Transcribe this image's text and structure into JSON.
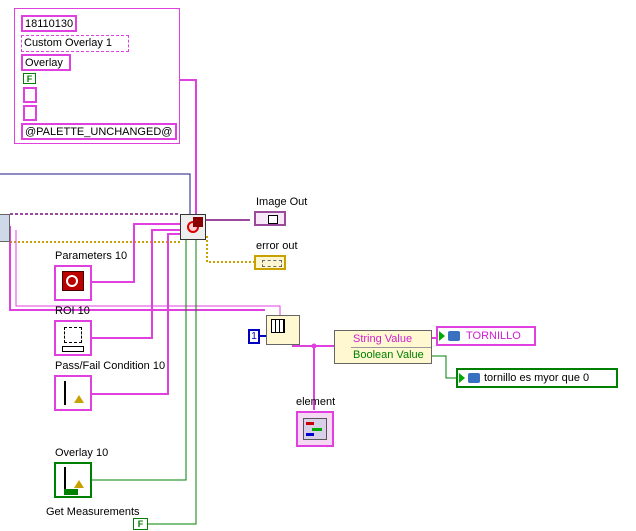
{
  "cluster_constant": {
    "items": [
      "18110130",
      "Custom Overlay 1",
      "Overlay",
      "F",
      "",
      "",
      "@PALETTE_UNCHANGED@"
    ]
  },
  "indicators": {
    "image_out": "Image Out",
    "error_out": "error out",
    "element": "element"
  },
  "controls": {
    "parameters": "Parameters 10",
    "roi": "ROI 10",
    "pass_fail": "Pass/Fail Condition 10",
    "overlay": "Overlay 10",
    "get_measurements": "Get Measurements",
    "get_measurements_value": "F"
  },
  "nodes": {
    "index_constant": "1",
    "string_value": "String Value",
    "boolean_value": "Boolean Value",
    "string_var": "TORNILLO",
    "bool_var": "tornillo es myor que 0"
  },
  "colors": {
    "string_wire": "#e040e0",
    "boolean_wire": "#008000",
    "cluster_wire": "#9a4a9a",
    "error_wire": "#c8a000",
    "ref_wire": "#1a1a80"
  }
}
